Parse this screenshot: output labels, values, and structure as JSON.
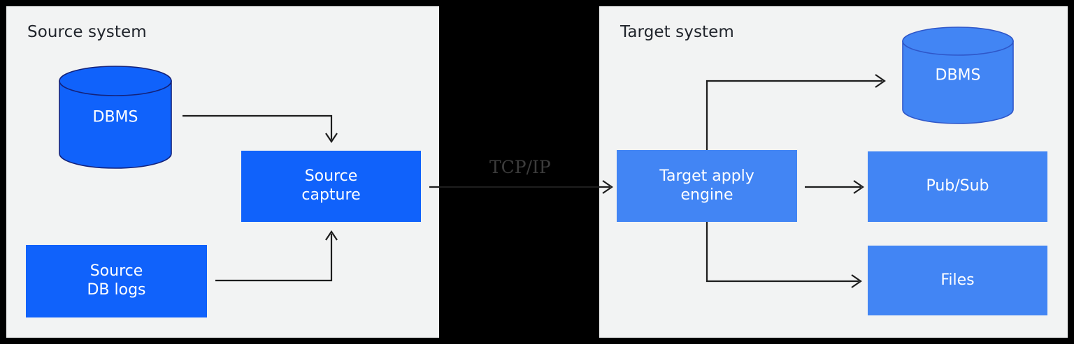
{
  "diagram": {
    "background_color": "#000000",
    "panel_background": "#f2f3f3",
    "source_accent": "#1062fb",
    "target_accent": "#4285f4",
    "connector_color": "#1d1d1d"
  },
  "source_panel": {
    "title": "Source system",
    "nodes": {
      "dbms": {
        "label": "DBMS",
        "shape": "cylinder"
      },
      "capture": {
        "label": "Source\ncapture",
        "shape": "rectangle"
      },
      "db_logs": {
        "label": "Source\nDB logs",
        "shape": "rectangle"
      }
    }
  },
  "target_panel": {
    "title": "Target system",
    "nodes": {
      "apply_engine": {
        "label": "Target apply\nengine",
        "shape": "rectangle"
      },
      "dbms": {
        "label": "DBMS",
        "shape": "cylinder"
      },
      "pubsub": {
        "label": "Pub/Sub",
        "shape": "rectangle"
      },
      "files": {
        "label": "Files",
        "shape": "rectangle"
      }
    }
  },
  "links": {
    "transport_label": "TCP/IP",
    "edges": [
      {
        "from": "source-dbms",
        "to": "source-capture",
        "label": ""
      },
      {
        "from": "source-db-logs",
        "to": "source-capture",
        "label": ""
      },
      {
        "from": "source-capture",
        "to": "target-apply-engine",
        "label": "TCP/IP"
      },
      {
        "from": "target-apply-engine",
        "to": "target-dbms",
        "label": ""
      },
      {
        "from": "target-apply-engine",
        "to": "target-pubsub",
        "label": ""
      },
      {
        "from": "target-apply-engine",
        "to": "target-files",
        "label": ""
      }
    ]
  }
}
